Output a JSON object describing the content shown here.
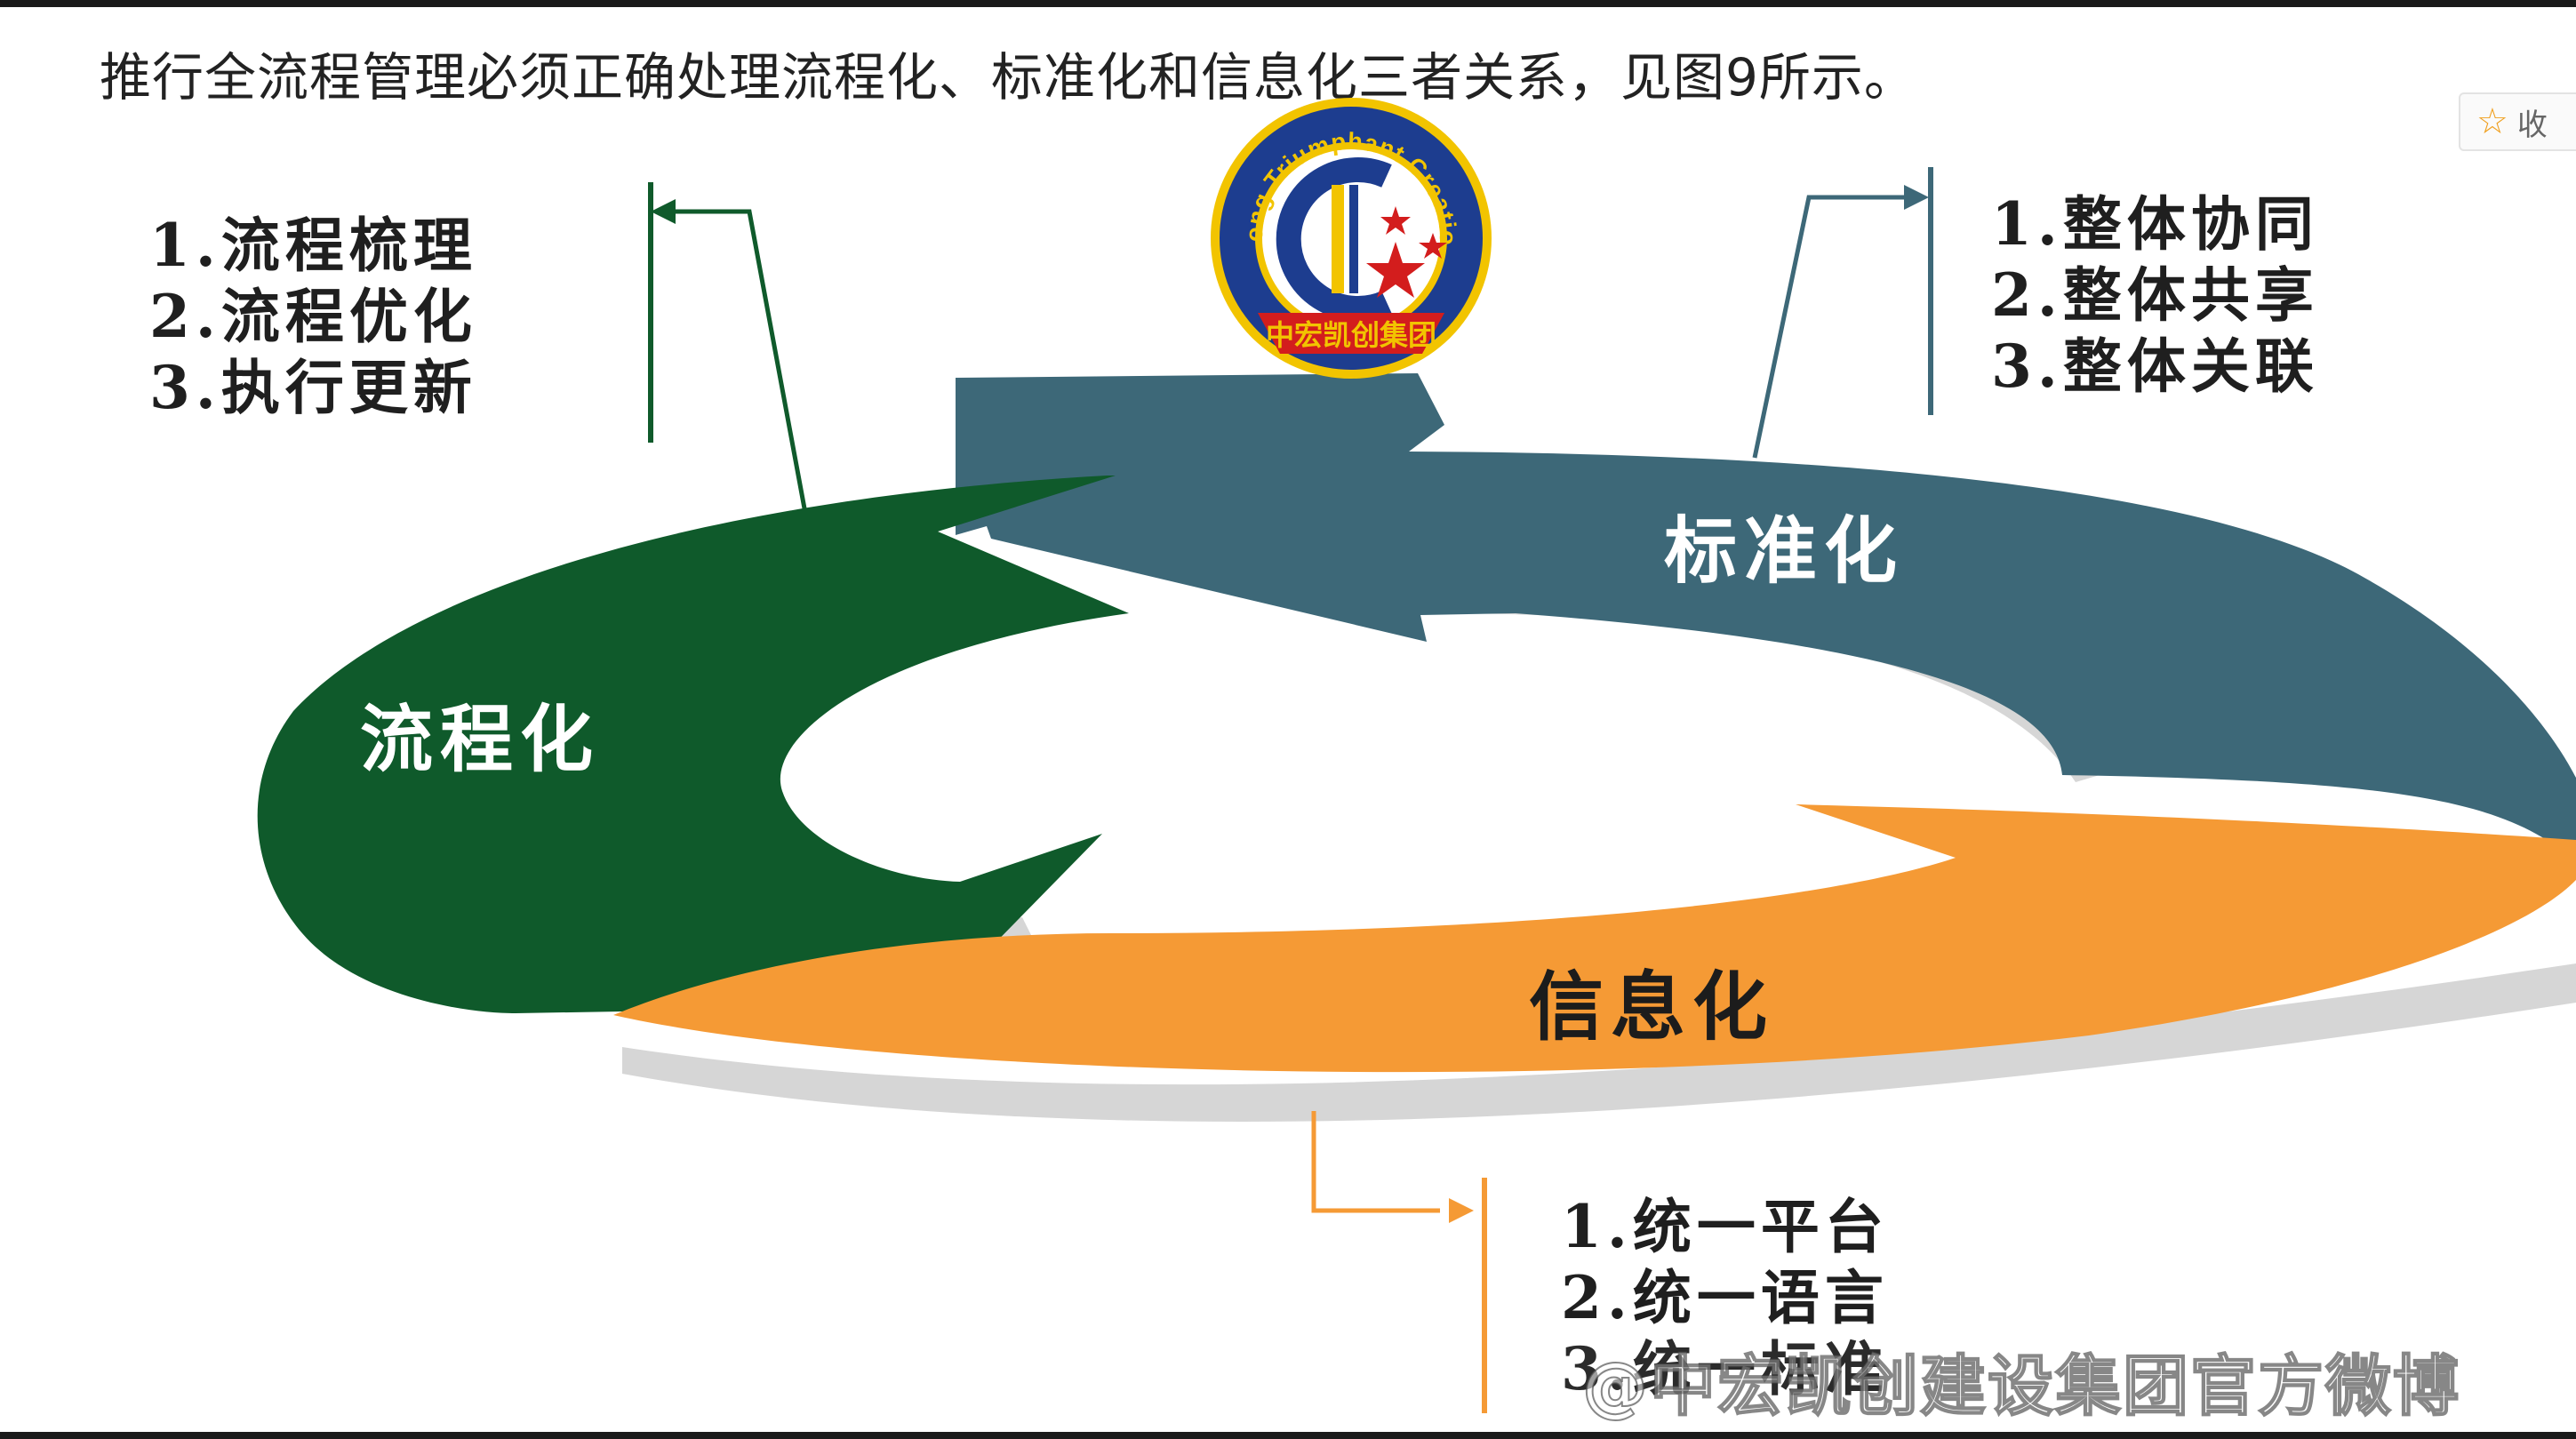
{
  "header": {
    "text": "推行全流程管理必须正确处理流程化、标准化和信息化三者关系，见图9所示。",
    "collect_label": "收"
  },
  "logo": {
    "ring_text": "Zhong Hong Triumphant Creation Group",
    "banner_text": "中宏凯创集团"
  },
  "diagram": {
    "stages": [
      {
        "name": "流程化",
        "color": "#0f5a2b",
        "items": [
          "1.流程梳理",
          "2.流程优化",
          "3.执行更新"
        ]
      },
      {
        "name": "标准化",
        "color": "#3d6878",
        "items": [
          "1.整体协同",
          "2.整体共享",
          "3.整体关联"
        ]
      },
      {
        "name": "信息化",
        "color": "#f59a35",
        "items": [
          "1.统一平台",
          "2.统一语言",
          "3.统一标准"
        ]
      }
    ]
  },
  "watermark": {
    "text": "@中宏凯创建设集团官方微博"
  },
  "colors": {
    "shadow": "#d6d6d6",
    "logo_gold": "#f2c400",
    "logo_blue": "#1d3d8f",
    "logo_red": "#d31d1d"
  }
}
